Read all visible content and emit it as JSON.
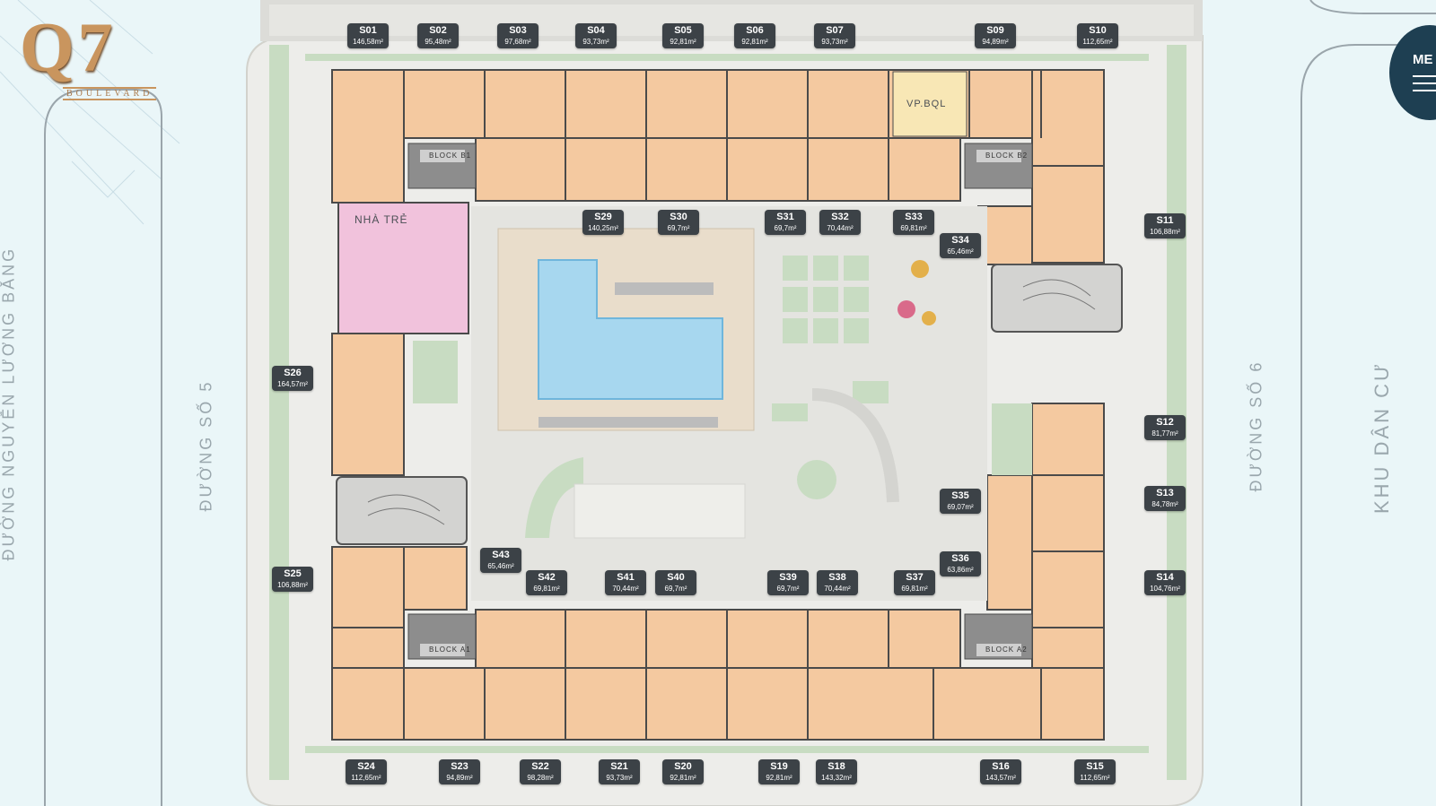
{
  "roads": {
    "nguyen_luong_bang": "ĐƯỜNG NGUYỄN LƯƠNG BẰNG",
    "so5": "ĐƯỜNG SỐ 5",
    "so6": "ĐƯỜNG SỐ 6",
    "khu_dan_cu": "KHU DÂN CƯ"
  },
  "logo": {
    "main": "Q7",
    "sub": "BOULEVARD"
  },
  "menu": {
    "label": "ME"
  },
  "labels": {
    "nha_tre": "NHÀ TRẺ",
    "vp_bql": "VP.BQL",
    "block_b1": "BLOCK B1",
    "block_b2": "BLOCK B2",
    "block_a1": "BLOCK A1",
    "block_a2": "BLOCK A2"
  },
  "units": {
    "s01": {
      "code": "S01",
      "area": "146,58m²"
    },
    "s02": {
      "code": "S02",
      "area": "95,48m²"
    },
    "s03": {
      "code": "S03",
      "area": "97,68m²"
    },
    "s04": {
      "code": "S04",
      "area": "93,73m²"
    },
    "s05": {
      "code": "S05",
      "area": "92,81m²"
    },
    "s06": {
      "code": "S06",
      "area": "92,81m²"
    },
    "s07": {
      "code": "S07",
      "area": "93,73m²"
    },
    "s09": {
      "code": "S09",
      "area": "94,89m²"
    },
    "s10": {
      "code": "S10",
      "area": "112,65m²"
    },
    "s11": {
      "code": "S11",
      "area": "106,88m²"
    },
    "s12": {
      "code": "S12",
      "area": "81,77m²"
    },
    "s13": {
      "code": "S13",
      "area": "84,78m²"
    },
    "s14": {
      "code": "S14",
      "area": "104,76m²"
    },
    "s15": {
      "code": "S15",
      "area": "112,65m²"
    },
    "s16": {
      "code": "S16",
      "area": "143,57m²"
    },
    "s18": {
      "code": "S18",
      "area": "143,32m²"
    },
    "s19": {
      "code": "S19",
      "area": "92,81m²"
    },
    "s20": {
      "code": "S20",
      "area": "92,81m²"
    },
    "s21": {
      "code": "S21",
      "area": "93,73m²"
    },
    "s22": {
      "code": "S22",
      "area": "98,28m²"
    },
    "s23": {
      "code": "S23",
      "area": "94,89m²"
    },
    "s24": {
      "code": "S24",
      "area": "112,65m²"
    },
    "s25": {
      "code": "S25",
      "area": "106,88m²"
    },
    "s26": {
      "code": "S26",
      "area": "164,57m²"
    },
    "s29": {
      "code": "S29",
      "area": "140,25m²"
    },
    "s30": {
      "code": "S30",
      "area": "69,7m²"
    },
    "s31": {
      "code": "S31",
      "area": "69,7m²"
    },
    "s32": {
      "code": "S32",
      "area": "70,44m²"
    },
    "s33": {
      "code": "S33",
      "area": "69,81m²"
    },
    "s34": {
      "code": "S34",
      "area": "65,46m²"
    },
    "s35": {
      "code": "S35",
      "area": "69,07m²"
    },
    "s36": {
      "code": "S36",
      "area": "63,86m²"
    },
    "s37": {
      "code": "S37",
      "area": "69,81m²"
    },
    "s38": {
      "code": "S38",
      "area": "70,44m²"
    },
    "s39": {
      "code": "S39",
      "area": "69,7m²"
    },
    "s40": {
      "code": "S40",
      "area": "69,7m²"
    },
    "s41": {
      "code": "S41",
      "area": "70,44m²"
    },
    "s42": {
      "code": "S42",
      "area": "69,81m²"
    },
    "s43": {
      "code": "S43",
      "area": "65,46m²"
    }
  },
  "colors": {
    "unit": "#f4c9a0",
    "nursery": "#f1c2dc",
    "office": "#f8e7b5",
    "tag": "#3c4247",
    "background": "#eaf6f8"
  }
}
